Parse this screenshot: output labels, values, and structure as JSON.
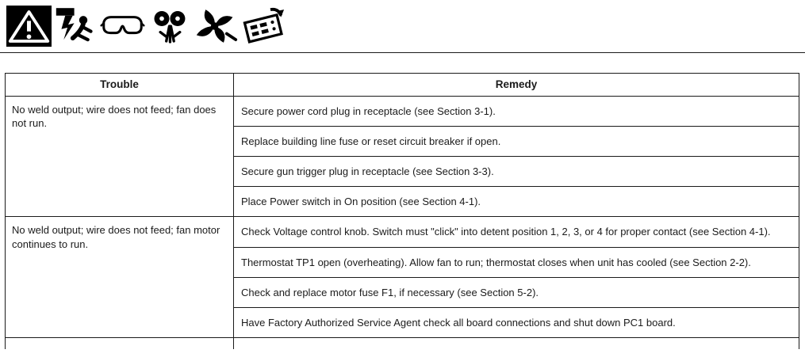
{
  "page": {
    "background": "#ffffff",
    "line_color": "#1a1a1a"
  },
  "safety_icons": {
    "items": [
      {
        "name": "warning-triangle-icon"
      },
      {
        "name": "electric-shock-hazard-icon"
      },
      {
        "name": "safety-glasses-icon"
      },
      {
        "name": "pinch-point-hazard-icon"
      },
      {
        "name": "moving-parts-fan-hazard-icon"
      },
      {
        "name": "circuit-board-hazard-icon"
      }
    ]
  },
  "table": {
    "headers": {
      "trouble": "Trouble",
      "remedy": "Remedy"
    },
    "rows": [
      {
        "trouble": "No weld output; wire does not feed; fan does not run.",
        "remedies": [
          "Secure power cord plug in receptacle (see Section 3-1).",
          "Replace building line fuse or reset circuit breaker if open.",
          "Secure gun trigger plug in receptacle (see Section 3-3).",
          "Place Power switch in On position (see Section 4-1)."
        ]
      },
      {
        "trouble": "No weld output; wire does not feed; fan motor continues to run.",
        "remedies": [
          "Check Voltage control knob. Switch must \"click\" into detent position 1, 2, 3, or 4 for proper contact (see Section 4-1).",
          "Thermostat TP1 open (overheating). Allow fan to run; thermostat closes when unit has cooled (see Section 2-2).",
          "Check and replace motor fuse F1, if necessary (see Section 5-2).",
          "Have Factory Authorized Service Agent check all board connections and shut down PC1 board."
        ]
      }
    ]
  }
}
